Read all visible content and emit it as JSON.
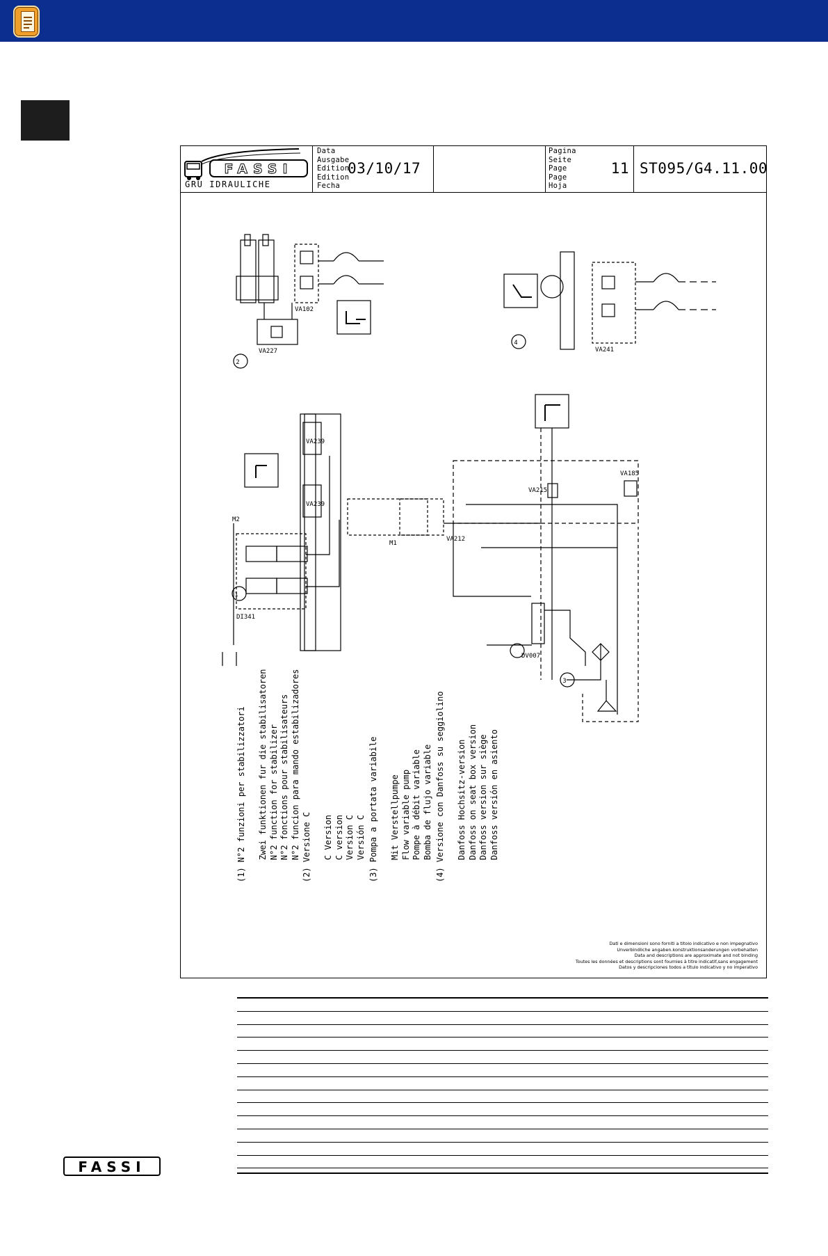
{
  "brand": {
    "name": "FASSI",
    "subtitle": "GRU IDRAULICHE"
  },
  "colors": {
    "header_bar": "#0b2e8f",
    "doc_icon": "#f0a02a",
    "tab_marker": "#1d1d1d"
  },
  "icons": {
    "header": "document-icon",
    "tab": "section-marker"
  },
  "title_block": {
    "date_labels": [
      "Data",
      "Ausgabe",
      "Edition",
      "Edition",
      "Fecha"
    ],
    "date_value": "03/10/17",
    "page_labels": [
      "Pagina",
      "Seite",
      "Page",
      "Page",
      "Hoja"
    ],
    "page_value": "11",
    "doc_code": "ST095/G4.11.00"
  },
  "diagrams": {
    "d1": {
      "number": "1",
      "valve": "DI341",
      "ports": [
        "VA239",
        "VA239"
      ],
      "test": "M2"
    },
    "d2": {
      "number": "2",
      "valves": [
        "VA102",
        "VA227"
      ]
    },
    "d3": {
      "number": "3",
      "valves": [
        "VA212",
        "VA215",
        "VA185",
        "DV007"
      ],
      "test": "M1"
    },
    "d4": {
      "number": "4",
      "valves": [
        "VA241"
      ]
    }
  },
  "legend": [
    {
      "ref": "(1)",
      "lines": [
        "N°2 funzioni per stabilizzatori",
        "Zwei funktionen fur die stabilisatoren",
        "N°2 function for stabilizer",
        "N°2 fonctions pour stabilisateurs",
        "N°2 funcion para mando estabilizadores"
      ]
    },
    {
      "ref": "(2)",
      "lines": [
        "Versione C",
        "C Version",
        "C version",
        "Version C",
        "Versión C"
      ]
    },
    {
      "ref": "(3)",
      "lines": [
        "Pompa a portata variabile",
        "Mit Verstellpumpe",
        "Flow variable pump",
        "Pompe à débit variable",
        "Bomba de flujo variable"
      ]
    },
    {
      "ref": "(4)",
      "lines": [
        "Versione con Danfoss su seggiolino",
        "Danfoss Hochsitz-version",
        "Danfoss on seat box version",
        "Danfoss version sur siège",
        "Danfoss versión en asiento"
      ]
    }
  ],
  "disclaimer": [
    "Dati e dimensioni sono forniti a titolo indicativo e non impegnativo",
    "Unverbindliche angaben.konstruktionsanderungen vorbehalten",
    "Data and descriptions are approximate and not binding",
    "Toutes les données et descriptions sont fournies à titre indicatif,sans engagement",
    "Datos y descripciones todos a título indicativo y no imperativo"
  ],
  "footer": {
    "logo": "FASSI"
  }
}
